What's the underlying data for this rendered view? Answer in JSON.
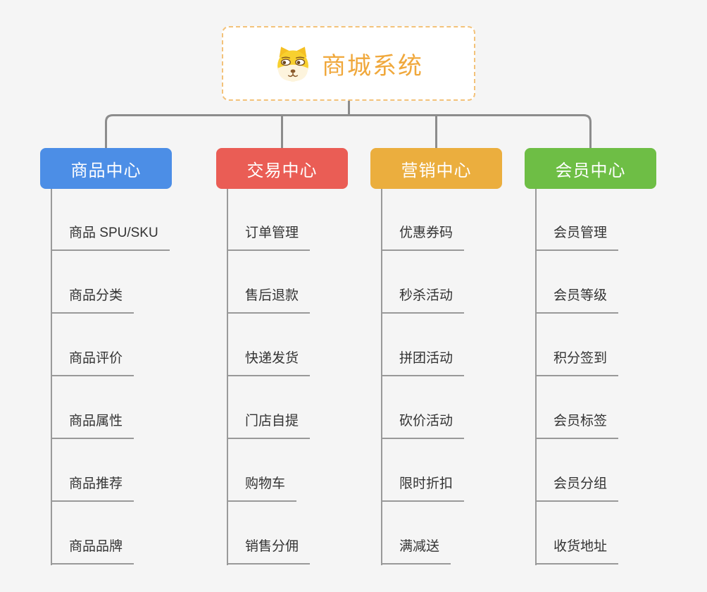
{
  "root": {
    "title": "商城系统",
    "icon": "dog-face-icon",
    "title_color": "#f0a83c",
    "border_color": "#f3c27a"
  },
  "connector_color": "#8c8c8c",
  "branches": [
    {
      "label": "商品中心",
      "color": "#4c8ee6",
      "items": [
        "商品 SPU/SKU",
        "商品分类",
        "商品评价",
        "商品属性",
        "商品推荐",
        "商品品牌"
      ]
    },
    {
      "label": "交易中心",
      "color": "#ea5d55",
      "items": [
        "订单管理",
        "售后退款",
        "快递发货",
        "门店自提",
        "购物车",
        "销售分佣"
      ]
    },
    {
      "label": "营销中心",
      "color": "#ebae3e",
      "items": [
        "优惠券码",
        "秒杀活动",
        "拼团活动",
        "砍价活动",
        "限时折扣",
        "满减送"
      ]
    },
    {
      "label": "会员中心",
      "color": "#6ebe45",
      "items": [
        "会员管理",
        "会员等级",
        "积分签到",
        "会员标签",
        "会员分组",
        "收货地址"
      ]
    }
  ]
}
